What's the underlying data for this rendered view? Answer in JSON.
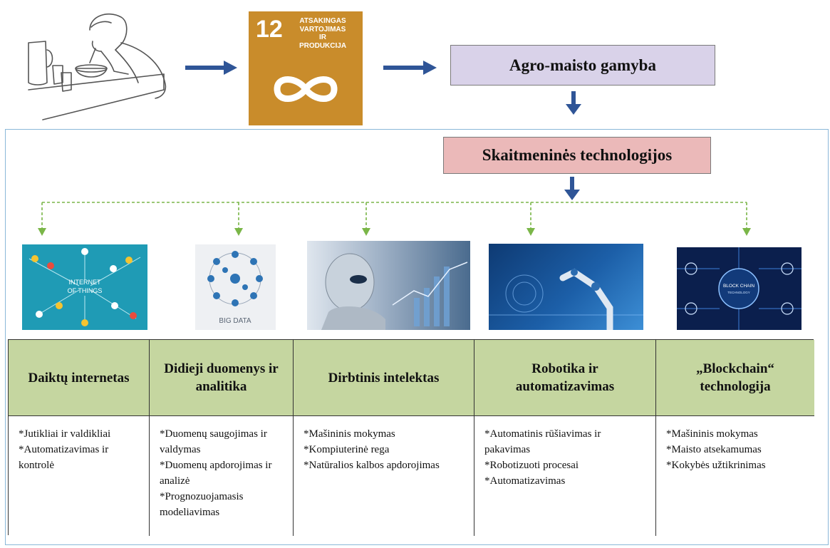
{
  "sdg": {
    "number": "12",
    "lines": [
      "ATSAKINGAS",
      "VARTOJIMAS",
      "IR",
      "PRODUKCIJA"
    ],
    "color": "#c98c2b"
  },
  "top_box": "Agro-maisto gamyba",
  "middle_box": "Skaitmeninės technologijos",
  "images": {
    "iot": [
      "INTERNET",
      "OF THINGS"
    ],
    "bigdata": "BIG DATA",
    "blockchain": [
      "BLOCK CHAIN",
      "TECHNOLOGY"
    ]
  },
  "categories": [
    {
      "title": "Daiktų internetas",
      "items": [
        "*Jutikliai ir valdikliai",
        "*Automatizavimas ir kontrolė"
      ]
    },
    {
      "title": "Didieji duomenys ir analitika",
      "items": [
        "*Duomenų saugojimas ir valdymas",
        "*Duomenų apdorojimas ir analizė",
        "*Prognozuojamasis modeliavimas"
      ]
    },
    {
      "title": "Dirbtinis intelektas",
      "items": [
        "*Mašininis mokymas",
        "*Kompiuterinė rega",
        "*Natūralios kalbos apdorojimas"
      ]
    },
    {
      "title": "Robotika ir automatizavimas",
      "items": [
        "*Automatinis rūšiavimas ir pakavimas",
        "*Robotizuoti procesai",
        "*Automatizavimas"
      ]
    },
    {
      "title": "„Blockchain“ technologija",
      "items": [
        "*Mašininis mokymas",
        "*Maisto atsekamumas",
        "*Kokybės užtikrinimas"
      ]
    }
  ]
}
